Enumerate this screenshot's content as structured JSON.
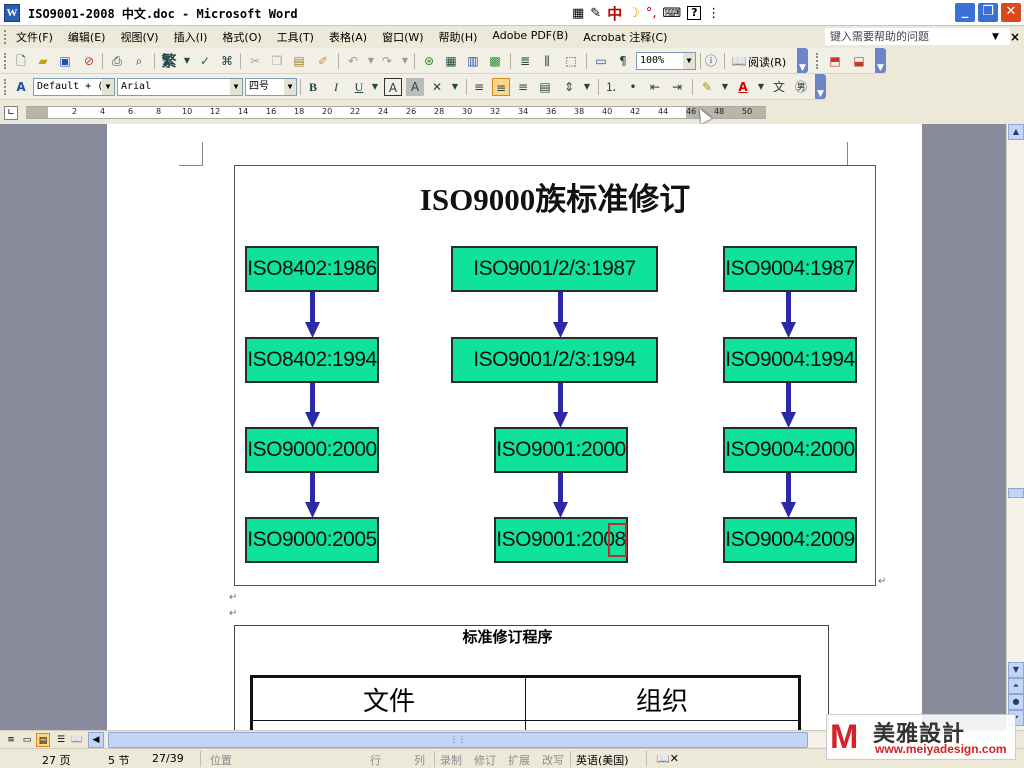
{
  "window": {
    "title": "ISO9001-2008 中文.doc - Microsoft Word",
    "doc_icon": "W",
    "ime": {
      "glyph": "中",
      "moon": "☽",
      "dot": "°,",
      "help": "?"
    },
    "min_label": "_",
    "max_label": "❐",
    "close_label": "✕"
  },
  "menu": {
    "items": [
      "文件(F)",
      "编辑(E)",
      "视图(V)",
      "插入(I)",
      "格式(O)",
      "工具(T)",
      "表格(A)",
      "窗口(W)",
      "帮助(H)",
      "Adobe PDF(B)",
      "Acrobat 注释(C)"
    ],
    "help_search_placeholder": "键入需要帮助的问题",
    "close_doc": "×"
  },
  "standard_toolbar": {
    "traditional_label": "繁",
    "zoom_value": "100%",
    "read_label": "阅读(R)"
  },
  "format_toolbar": {
    "style_value": "Default + (",
    "font_value": "Arial",
    "size_value": "四号",
    "bold": "B",
    "italic": "I",
    "underline": "U"
  },
  "ruler": {
    "ticks": [
      "2",
      "4",
      "6",
      "8",
      "10",
      "12",
      "14",
      "16",
      "18",
      "20",
      "22",
      "24",
      "26",
      "28",
      "30",
      "32",
      "34",
      "36",
      "38",
      "40",
      "42",
      "44",
      "46",
      "48",
      "50"
    ]
  },
  "document": {
    "figure_title": "ISO9000族标准修订",
    "flow_nodes": {
      "col1": [
        "ISO8402:1986",
        "ISO8402:1994",
        "ISO9000:2000",
        "ISO9000:2005"
      ],
      "col2": [
        "ISO9001/2/3:1987",
        "ISO9001/2/3:1994",
        "ISO9001:2000",
        "ISO9001:2008"
      ],
      "col3": [
        "ISO9004:1987",
        "ISO9004:1994",
        "ISO9004:2000",
        "ISO9004:2009"
      ]
    },
    "highlighted_node": "ISO9001:2008",
    "table_caption": "标准修订程序",
    "table_headers": [
      "文件",
      "组织"
    ],
    "paragraph_mark": "↵"
  },
  "statusbar": {
    "page": "27 页",
    "section": "5 节",
    "page_of": "27/39",
    "position": "位置",
    "line": "行",
    "column": "列",
    "record": "录制",
    "revision": "修订",
    "extend": "扩展",
    "overwrite": "改写",
    "language": "英语(美国)"
  },
  "watermark": {
    "mark": "M",
    "cn": "美雅設計",
    "url": "www.meiyadesign.com"
  },
  "colors": {
    "node_fill": "#0fe29a",
    "arrow": "#2a2aa8",
    "page_bg": "#888b9c"
  }
}
